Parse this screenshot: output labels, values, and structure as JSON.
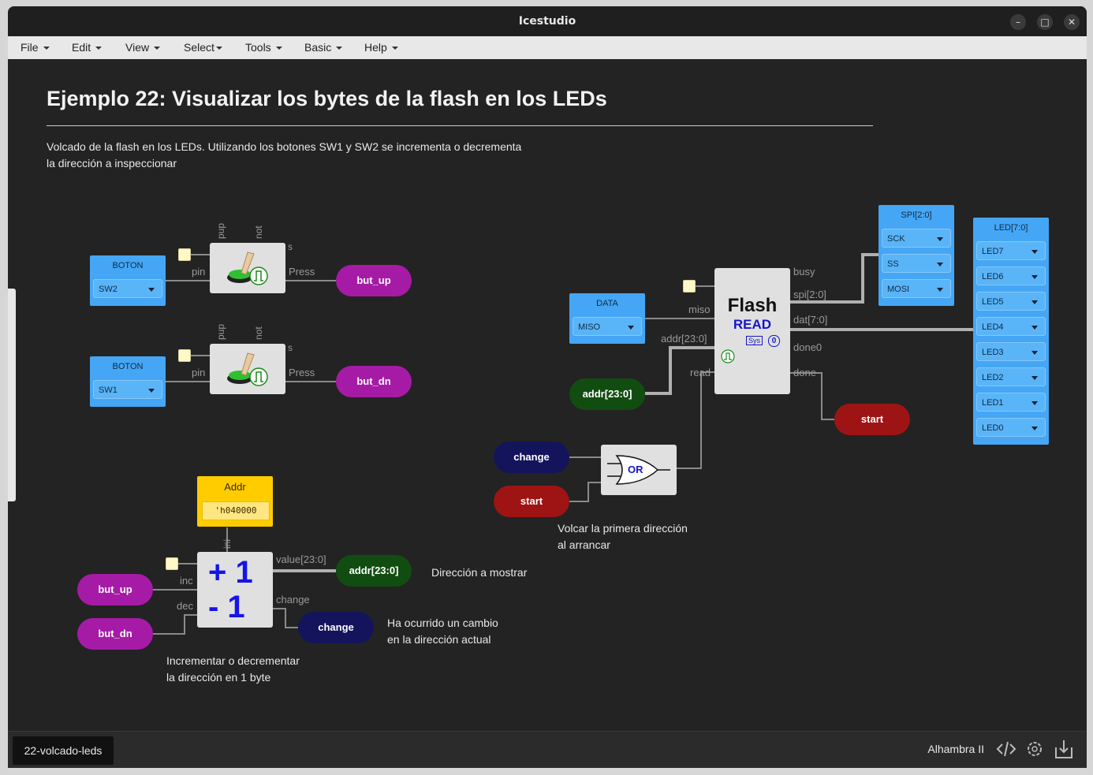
{
  "app": {
    "title": "Icestudio"
  },
  "menu": [
    "File",
    "Edit",
    "View",
    "Select",
    "Tools",
    "Basic",
    "Help"
  ],
  "heading": "Ejemplo 22: Visualizar los bytes de la flash en los LEDs",
  "description": {
    "line1": "Volcado de la flash en los LEDs. Utilizando los botones SW1 y SW2 se incrementa o decrementa",
    "line2": "la dirección a inspeccionar"
  },
  "buttons": {
    "up": {
      "title": "BOTON",
      "pin": "SW2",
      "pin_label": "pin",
      "out_label": "Press",
      "top_labels": [
        "pup",
        "not"
      ],
      "s_label": "s",
      "output": "but_up"
    },
    "dn": {
      "title": "BOTON",
      "pin": "SW1",
      "pin_label": "pin",
      "out_label": "Press",
      "top_labels": [
        "pup",
        "not"
      ],
      "s_label": "s",
      "output": "but_dn"
    }
  },
  "data_input": {
    "title": "DATA",
    "pin": "MISO"
  },
  "flash": {
    "title": "Flash",
    "subtitle": "READ",
    "sys": "Sys",
    "zero": "0",
    "in": {
      "miso": "miso",
      "addr": "addr[23:0]",
      "read": "read"
    },
    "out": {
      "busy": "busy",
      "spi": "spi[2:0]",
      "dat": "dat[7:0]",
      "done0": "done0",
      "done": "done"
    }
  },
  "addr_input": "addr[23:0]",
  "start_out": "start",
  "spi": {
    "title": "SPI[2:0]",
    "pins": [
      "SCK",
      "SS",
      "MOSI"
    ]
  },
  "leds": {
    "title": "LED[7:0]",
    "pins": [
      "LED7",
      "LED6",
      "LED5",
      "LED4",
      "LED3",
      "LED2",
      "LED1",
      "LED0"
    ]
  },
  "or_gate": {
    "label": "OR",
    "in1": "change",
    "in2": "start"
  },
  "note_or": {
    "line1": "Volcar la primera dirección",
    "line2": "al arrancar"
  },
  "addr_const": {
    "title": "Addr",
    "value": "'h040000"
  },
  "counter": {
    "plus": "+ 1",
    "minus": "- 1",
    "ini": "ini",
    "inc": "inc",
    "dec": "dec",
    "value": "value[23:0]",
    "change": "change",
    "in_up": "but_up",
    "in_dn": "but_dn",
    "out_addr": "addr[23:0]",
    "out_change": "change"
  },
  "note_dir": "Dirección a mostrar",
  "note_change": {
    "line1": "Ha ocurrido un cambio",
    "line2": "en la dirección actual"
  },
  "note_counter": {
    "line1": "Incrementar o decrementar",
    "line2": "la dirección en 1 byte"
  },
  "status": {
    "file": "22-volcado-leds",
    "board": "Alhambra II"
  },
  "colors": {
    "wire": "#8a8a8a",
    "bus": "#b0b0b0",
    "io": "#45a6f5",
    "purple": "#a61ba6",
    "green": "#114d11",
    "red": "#9e1414",
    "navy": "#14145c",
    "const": "#ffcc00"
  }
}
